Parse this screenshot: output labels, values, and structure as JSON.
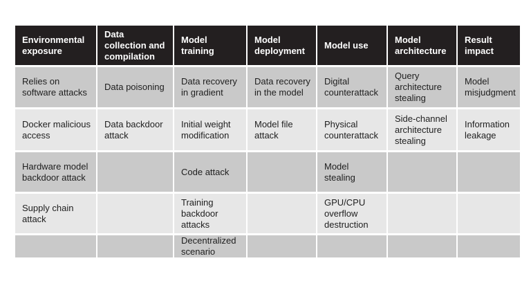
{
  "table": {
    "headers": [
      "Environmental exposure",
      "Data collection and compilation",
      "Model training",
      "Model deployment",
      "Model use",
      "Model architecture",
      "Result impact"
    ],
    "rows": [
      [
        "Relies on software attacks",
        "Data poisoning",
        "Data recovery in gradient",
        "Data recovery in the model",
        "Digital counterattack",
        "Query architecture stealing",
        "Model misjudgment"
      ],
      [
        "Docker malicious access",
        "Data backdoor attack",
        "Initial weight modification",
        "Model file attack",
        "Physical counterattack",
        "Side-channel architecture stealing",
        "Information leakage"
      ],
      [
        "Hardware model backdoor attack",
        "",
        "Code attack",
        "",
        "Model stealing",
        "",
        ""
      ],
      [
        "Supply chain attack",
        "",
        "Training backdoor attacks",
        "",
        "GPU/CPU overflow destruction",
        "",
        ""
      ],
      [
        "",
        "",
        "Decentralized scenario",
        "",
        "",
        "",
        ""
      ]
    ]
  }
}
